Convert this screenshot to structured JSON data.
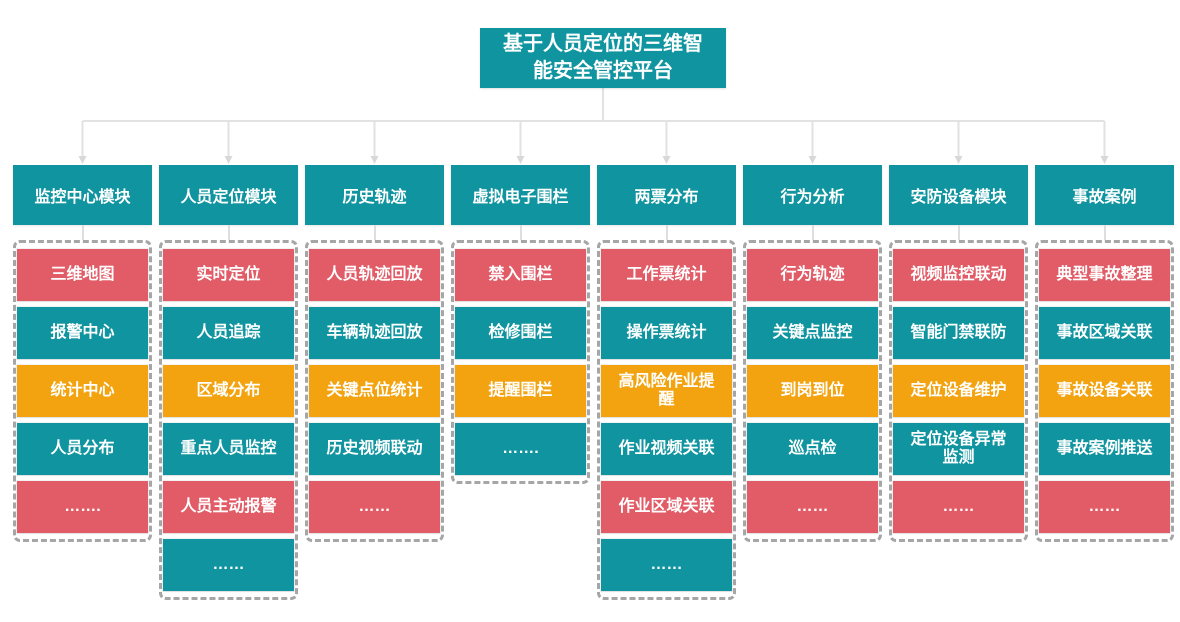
{
  "title": "基于人员定位的三维智能安全管控平台",
  "colors": {
    "teal": "#0F94A0",
    "red": "#E15C67",
    "orange": "#F2A30F",
    "connector": "#E2E2E2",
    "arrowhead": "#D8D8D8",
    "dashed_border": "#A6A6A6"
  },
  "columns": [
    {
      "header": "监控中心模块",
      "items": [
        {
          "label": "三维地图",
          "color": "red"
        },
        {
          "label": "报警中心",
          "color": "teal"
        },
        {
          "label": "统计中心",
          "color": "orange"
        },
        {
          "label": "人员分布",
          "color": "teal"
        },
        {
          "label": "…….",
          "color": "red"
        }
      ]
    },
    {
      "header": "人员定位模块",
      "items": [
        {
          "label": "实时定位",
          "color": "red"
        },
        {
          "label": "人员追踪",
          "color": "teal"
        },
        {
          "label": "区域分布",
          "color": "orange"
        },
        {
          "label": "重点人员监控",
          "color": "teal"
        },
        {
          "label": "人员主动报警",
          "color": "red"
        },
        {
          "label": "……",
          "color": "teal"
        }
      ]
    },
    {
      "header": "历史轨迹",
      "items": [
        {
          "label": "人员轨迹回放",
          "color": "red"
        },
        {
          "label": "车辆轨迹回放",
          "color": "teal"
        },
        {
          "label": "关键点位统计",
          "color": "orange"
        },
        {
          "label": "历史视频联动",
          "color": "teal"
        },
        {
          "label": "……",
          "color": "red"
        }
      ]
    },
    {
      "header": "虚拟电子围栏",
      "items": [
        {
          "label": "禁入围栏",
          "color": "red"
        },
        {
          "label": "检修围栏",
          "color": "teal"
        },
        {
          "label": "提醒围栏",
          "color": "orange"
        },
        {
          "label": "…….",
          "color": "teal"
        }
      ]
    },
    {
      "header": "两票分布",
      "items": [
        {
          "label": "工作票统计",
          "color": "red"
        },
        {
          "label": "操作票统计",
          "color": "teal"
        },
        {
          "label": "高风险作业提醒",
          "color": "orange"
        },
        {
          "label": "作业视频关联",
          "color": "teal"
        },
        {
          "label": "作业区域关联",
          "color": "red"
        },
        {
          "label": "……",
          "color": "teal"
        }
      ]
    },
    {
      "header": "行为分析",
      "items": [
        {
          "label": "行为轨迹",
          "color": "red"
        },
        {
          "label": "关键点监控",
          "color": "teal"
        },
        {
          "label": "到岗到位",
          "color": "orange"
        },
        {
          "label": "巡点检",
          "color": "teal"
        },
        {
          "label": "……",
          "color": "red"
        }
      ]
    },
    {
      "header": "安防设备模块",
      "items": [
        {
          "label": "视频监控联动",
          "color": "red"
        },
        {
          "label": "智能门禁联防",
          "color": "teal"
        },
        {
          "label": "定位设备维护",
          "color": "orange"
        },
        {
          "label": "定位设备异常监测",
          "color": "teal"
        },
        {
          "label": "……",
          "color": "red"
        }
      ]
    },
    {
      "header": "事故案例",
      "items": [
        {
          "label": "典型事故整理",
          "color": "red"
        },
        {
          "label": "事故区域关联",
          "color": "teal"
        },
        {
          "label": "事故设备关联",
          "color": "orange"
        },
        {
          "label": "事故案例推送",
          "color": "teal"
        },
        {
          "label": "……",
          "color": "red"
        }
      ]
    }
  ]
}
